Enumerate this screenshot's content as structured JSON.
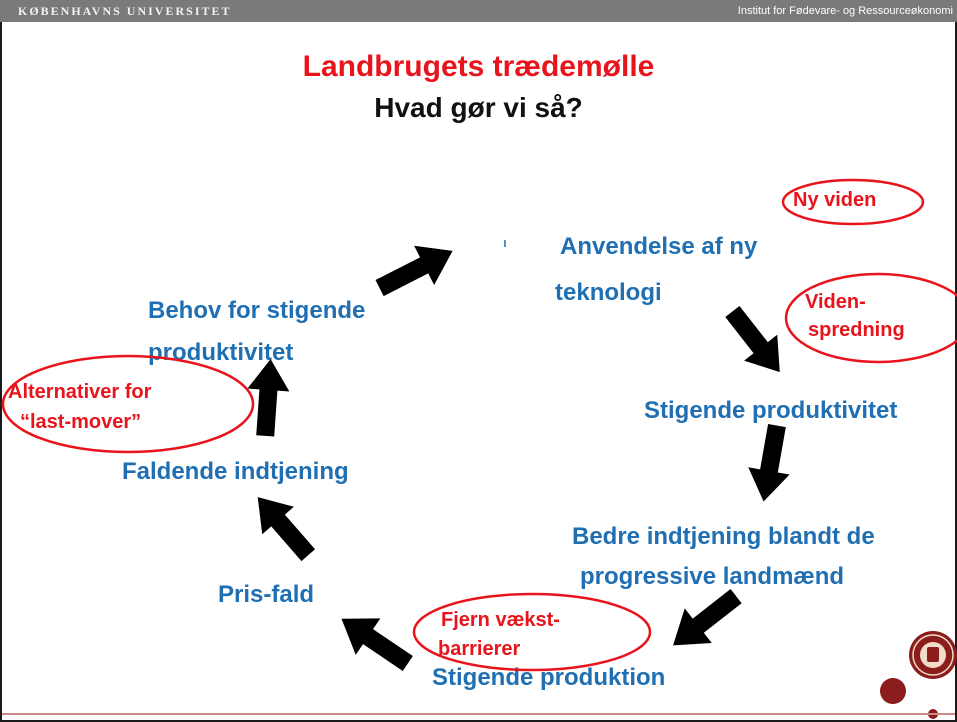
{
  "header": {
    "university": "KØBENHAVNS UNIVERSITET",
    "institute": "Institut for Fødevare- og Ressourceøkonomi"
  },
  "slide": {
    "title": "Landbrugets trædemølle",
    "subtitle": "Hvad gør vi så?"
  },
  "cycle_steps": {
    "anvendelse_line1": "Anvendelse af ny",
    "anvendelse_line2": "teknologi",
    "stigende_produktivitet": "Stigende produktivitet",
    "bedre_line1": "Bedre indtjening blandt de",
    "bedre_line2": "progressive landmænd",
    "stigende_produktion": "Stigende produktion",
    "pris_fald": "Pris-fald",
    "faldende_indtjening": "Faldende indtjening",
    "behov_line1": "Behov for stigende",
    "behov_line2": "produktivitet"
  },
  "annotations": {
    "ny_viden": "Ny viden",
    "viden_line1": "Viden-",
    "viden_line2": "spredning",
    "fjern_line1": "Fjern vækst-",
    "fjern_line2": "barrierer",
    "alt_line1": "Alternativer for",
    "alt_line2": "“last-mover”"
  },
  "colors": {
    "title_red": "#e8141c",
    "step_blue": "#1f6fb2",
    "arrow": "#000000"
  },
  "icons": [
    "university-seal-icon",
    "decorative-dot-icon"
  ]
}
